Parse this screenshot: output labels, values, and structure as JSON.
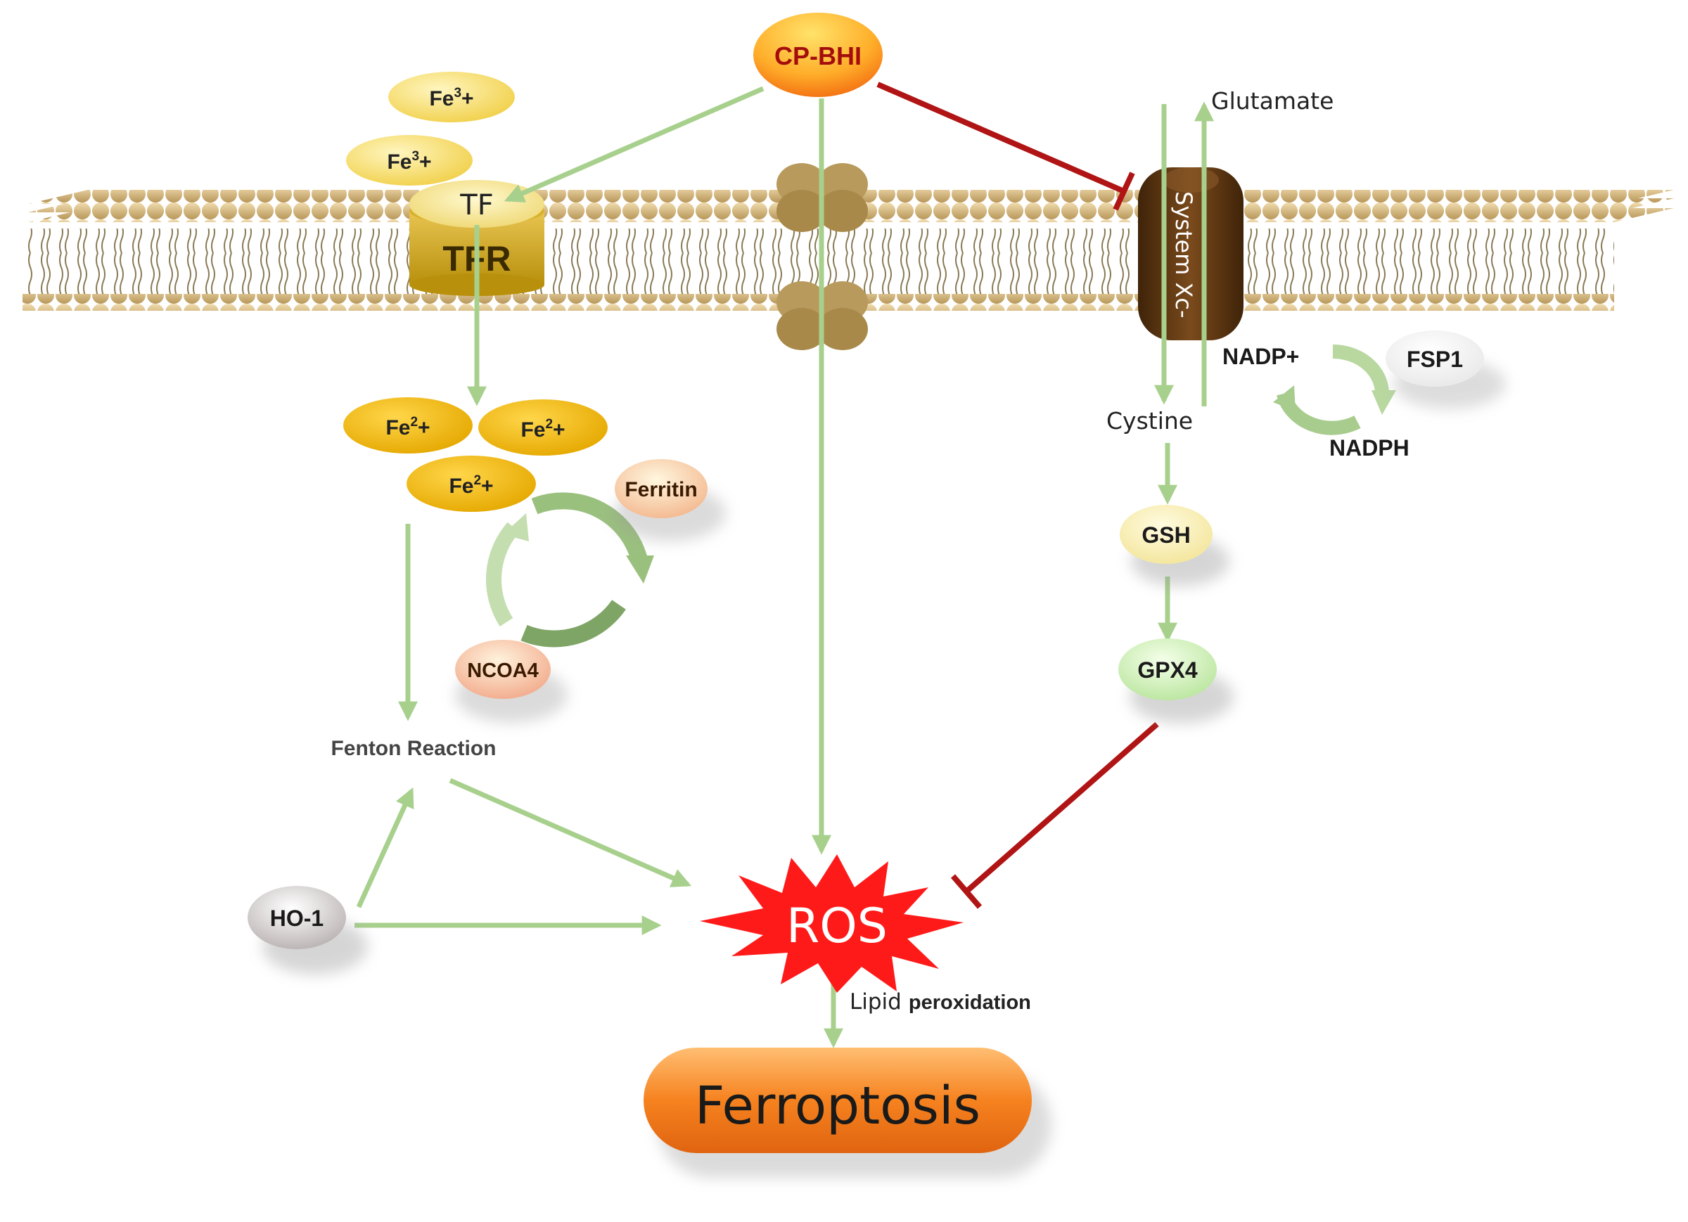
{
  "drug": "CP-BHI",
  "iron": {
    "fe3_base": "Fe",
    "fe3_sup": "3",
    "fe3_tail": "+",
    "fe2_base": "Fe",
    "fe2_sup": "2",
    "fe2_tail": "+"
  },
  "receptor": {
    "tf": "TF",
    "tfr": "TFR"
  },
  "transporter": "System Xc-",
  "metabolites": {
    "glutamate": "Glutamate",
    "cystine": "Cystine",
    "gsh": "GSH",
    "gpx4": "GPX4",
    "nadp": "NADP+",
    "nadph": "NADPH",
    "fsp1": "FSP1"
  },
  "ferritinophagy": {
    "ferritin": "Ferritin",
    "ncoa4": "NCOA4"
  },
  "fenton": "Fenton Reaction",
  "ho1": "HO-1",
  "ros": "ROS",
  "lipid": {
    "word1": "Lipid",
    "word2": "peroxidation"
  },
  "outcome": "Ferroptosis",
  "colors": {
    "activation": "#a8d08d",
    "inhibition": "#b01414",
    "iron_gold": "#f2c200",
    "transporter": "#5a3411",
    "ros_red": "#ff1a1a",
    "outcome_orange": "#f47a1a"
  }
}
